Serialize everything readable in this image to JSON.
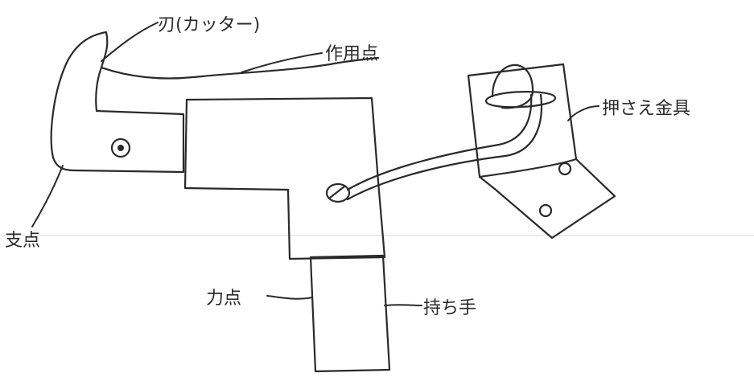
{
  "labels": {
    "blade": "刃(カッター)",
    "effort_point_upper": "作用点",
    "clamp": "押さえ金具",
    "fulcrum": "支点",
    "force_point": "力点",
    "handle": "持ち手"
  },
  "colors": {
    "ink": "#2a2a2a",
    "paper": "#ffffff",
    "rule": "#d9d9d9"
  }
}
